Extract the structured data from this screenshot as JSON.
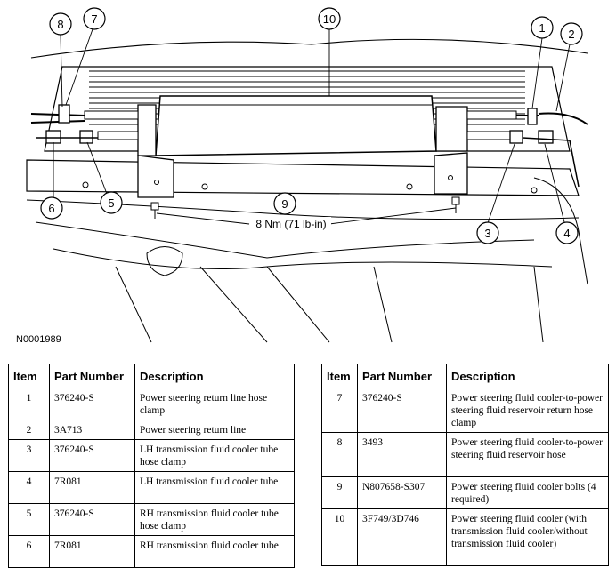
{
  "figure_id": "N0001989",
  "torque_label": "8 Nm (71 lb-in)",
  "callouts": [
    "1",
    "2",
    "3",
    "4",
    "5",
    "6",
    "7",
    "8",
    "9",
    "10"
  ],
  "table_headers": {
    "item": "Item",
    "part_number": "Part Number",
    "description": "Description"
  },
  "left_rows": [
    {
      "item": "1",
      "part": "376240-S",
      "desc": "Power steering return line hose clamp"
    },
    {
      "item": "2",
      "part": "3A713",
      "desc": "Power steering return line"
    },
    {
      "item": "3",
      "part": "376240-S",
      "desc": "LH transmission fluid cooler tube hose clamp"
    },
    {
      "item": "4",
      "part": "7R081",
      "desc": "LH transmission fluid cooler tube"
    },
    {
      "item": "5",
      "part": "376240-S",
      "desc": "RH transmission fluid cooler tube hose clamp"
    },
    {
      "item": "6",
      "part": "7R081",
      "desc": "RH transmission fluid cooler tube"
    }
  ],
  "right_rows": [
    {
      "item": "7",
      "part": "376240-S",
      "desc": "Power steering fluid cooler-to-power steering fluid reservoir return hose clamp"
    },
    {
      "item": "8",
      "part": "3493",
      "desc": "Power steering fluid cooler-to-power steering fluid reservoir hose"
    },
    {
      "item": "9",
      "part": "N807658-S307",
      "desc": "Power steering fluid cooler bolts (4 required)"
    },
    {
      "item": "10",
      "part": "3F749/3D746",
      "desc": "Power steering fluid cooler (with transmission fluid cooler/without transmission fluid cooler)"
    }
  ]
}
